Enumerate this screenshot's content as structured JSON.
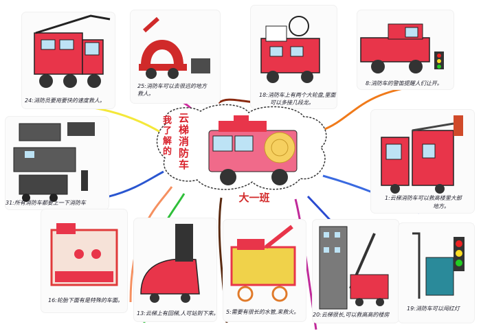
{
  "title": {
    "left_column": "我了解的",
    "right_column": "云梯消防车"
  },
  "class_label": "大一班",
  "cards": {
    "c24": {
      "caption": "24:消防员要用要快的速度救人。"
    },
    "c25": {
      "caption_line1": "25:消防车可以去很远的地方",
      "caption_line2": "救人。"
    },
    "c18": {
      "caption_line1": "18:消防车上有两个大轮盘,里面",
      "caption_line2": "可以多接几段龙。"
    },
    "c8": {
      "caption": "8:消防车的警笛提醒人们让开。"
    },
    "c31": {
      "caption": "31:所有消防车都要上一下消防车"
    },
    "c1": {
      "caption_line1": "1:云梯消防车可以救高楼里大部",
      "caption_line2": "地方。"
    },
    "c16": {
      "caption": "16:轮胎下面有是特殊的车面。"
    },
    "c13": {
      "caption": "13:云梯上有回梯,人可站到下来。"
    },
    "c5": {
      "caption": "5:需要有很长的水管,来救火。"
    },
    "c20": {
      "caption": "20:云梯很长,可以救高高的楼房"
    },
    "c19": {
      "caption": "19:消防车可以闯红灯"
    }
  },
  "colors": {
    "truck_red": "#e8354a",
    "truck_pink": "#f36a8a",
    "title_red": "#d8202a",
    "bubble_border": "#333333"
  }
}
